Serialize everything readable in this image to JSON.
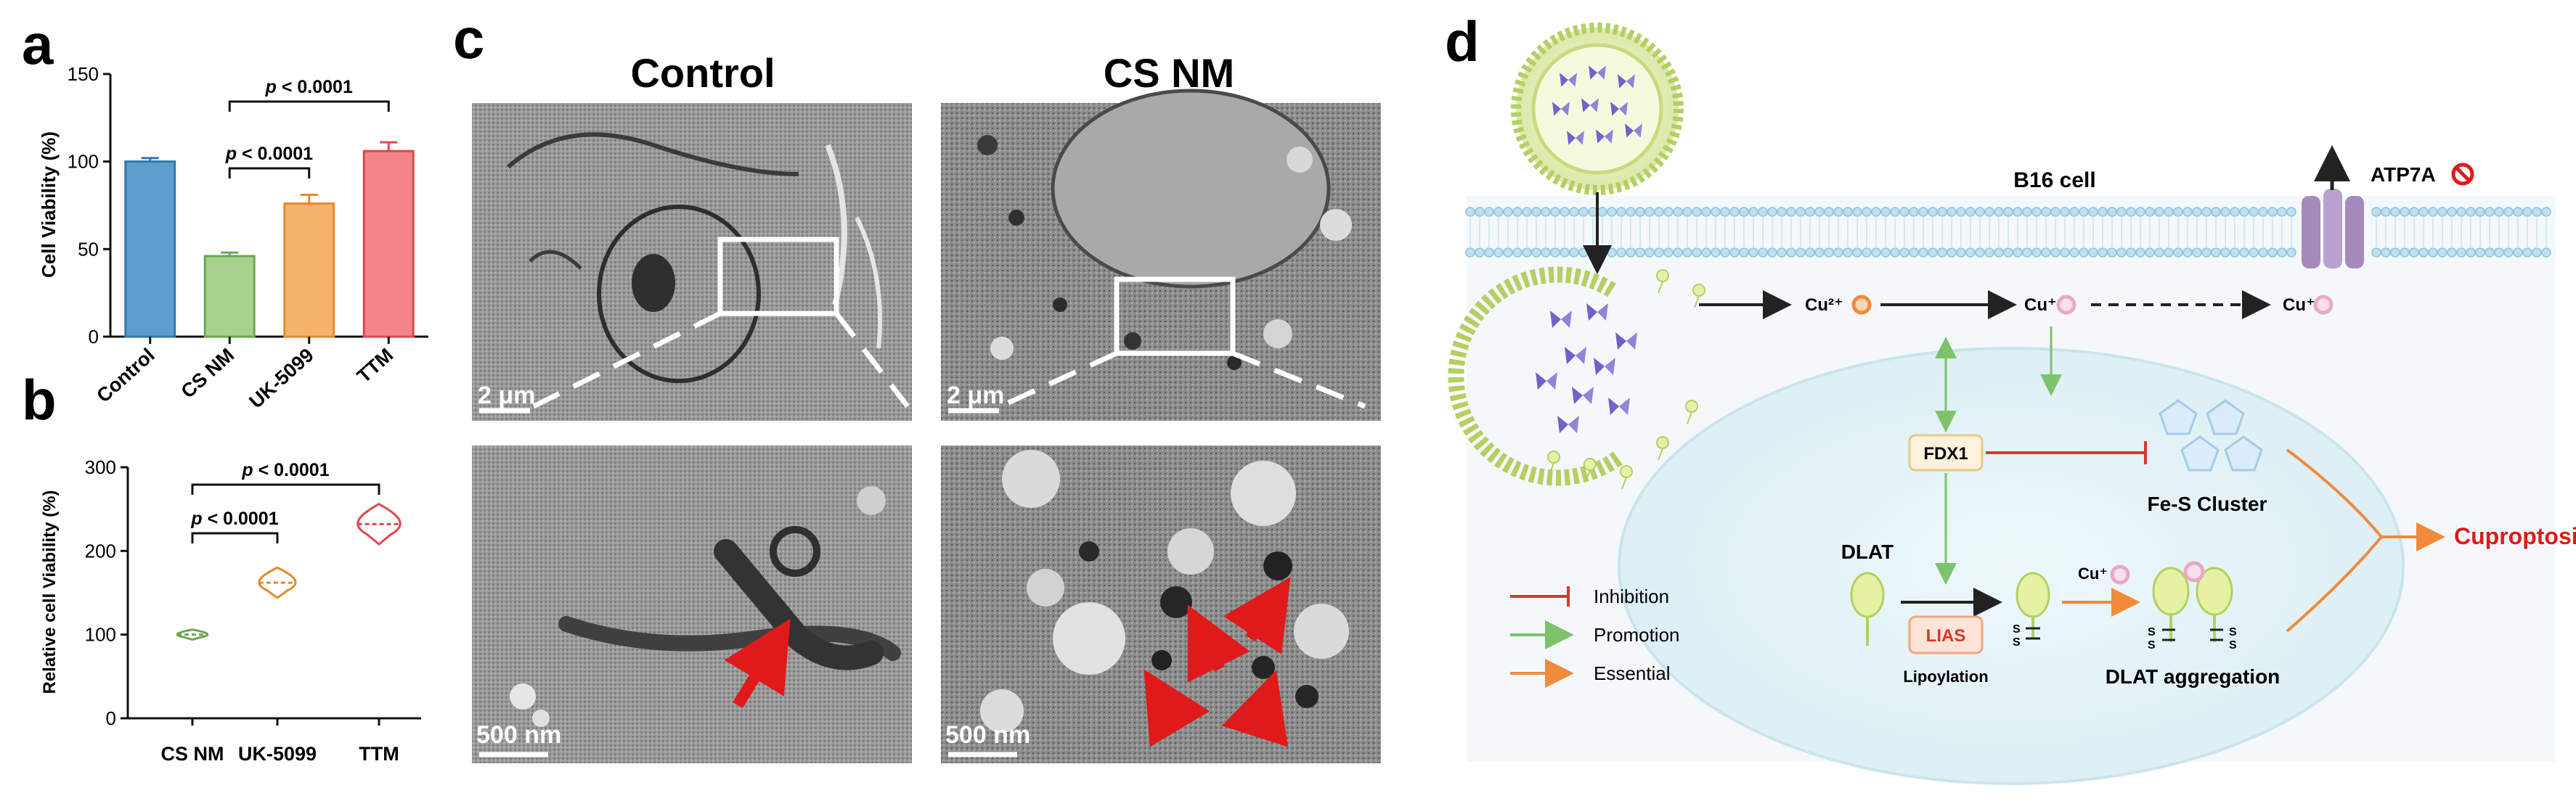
{
  "panel_letters": {
    "a": "a",
    "b": "b",
    "c": "c",
    "d": "d"
  },
  "chart_data": [
    {
      "id": "a",
      "type": "bar",
      "categories": [
        "Control",
        "CS NM",
        "UK-5099",
        "TTM"
      ],
      "values": [
        100,
        46,
        76,
        106
      ],
      "errors": [
        2,
        2,
        5,
        5
      ],
      "colors": [
        "#5b9fcf",
        "#a9d18e",
        "#f5b36a",
        "#f4868a"
      ],
      "edge_colors": [
        "#2e77b0",
        "#6aa84f",
        "#e58a2a",
        "#e0474c"
      ],
      "ylabel": "Cell Viability (%)",
      "ylim": [
        0,
        150
      ],
      "yticks": [
        0,
        50,
        100,
        150
      ],
      "comparisons": [
        {
          "from": 1,
          "to": 2,
          "p_prefix": "p",
          "p_text": " < 0.0001"
        },
        {
          "from": 1,
          "to": 3,
          "p_prefix": "p",
          "p_text": " < 0.0001"
        }
      ]
    },
    {
      "id": "b",
      "type": "violin",
      "categories": [
        "CS NM",
        "UK-5099",
        "TTM"
      ],
      "values": [
        100,
        162,
        232
      ],
      "spread": [
        6,
        18,
        24
      ],
      "colors": [
        "#6aa84f",
        "#e58a2a",
        "#e0474c"
      ],
      "ylabel": "Relative cell Viability (%)",
      "ylim": [
        0,
        300
      ],
      "yticks": [
        0,
        100,
        200,
        300
      ],
      "comparisons": [
        {
          "from": 0,
          "to": 1,
          "p_prefix": "p",
          "p_text": " < 0.0001"
        },
        {
          "from": 0,
          "to": 2,
          "p_prefix": "p",
          "p_text": " < 0.0001"
        }
      ]
    }
  ],
  "tem": {
    "col_titles": [
      "Control",
      "CS NM"
    ],
    "scale_top": "2 μm",
    "scale_bottom": "500 nm"
  },
  "schematic": {
    "cell_label": "B16 cell",
    "atp7a": "ATP7A",
    "cu2": "Cu²⁺",
    "cu1": "Cu⁺",
    "cu1b": "Cu⁺",
    "cu1c": "Cu⁺",
    "fdx1": "FDX1",
    "fes": "Fe-S Cluster",
    "cuproptosis": "Cuproptosis",
    "dlat": "DLAT",
    "lias": "LIAS",
    "lipoylation": "Lipoylation",
    "dlat_agg": "DLAT aggregation",
    "s": "S",
    "legend": [
      {
        "label": "Inhibition",
        "color": "#d9352f"
      },
      {
        "label": "Promotion",
        "color": "#7cc36b"
      },
      {
        "label": "Essential",
        "color": "#f28a3c"
      }
    ]
  }
}
